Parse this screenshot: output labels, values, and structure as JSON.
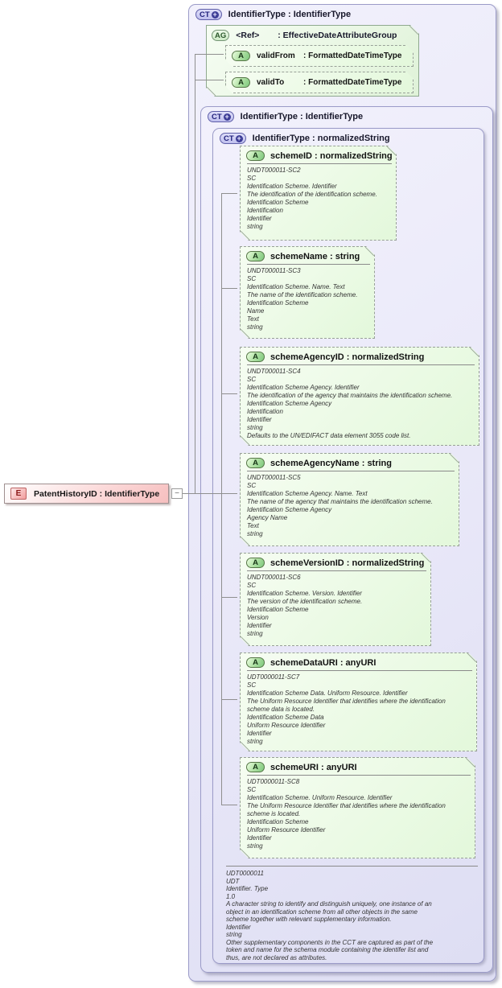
{
  "colors": {
    "container_fill": "#e8e7f8",
    "container_border": "#9b9bc8",
    "group_fill": "#e3f6dc",
    "attribute_fill": "#e8fae0",
    "element_fill": "#f6bfbf",
    "connector": "#8f8f8f"
  },
  "icons": {
    "plus": "+",
    "minus": "−"
  },
  "element": {
    "badge": "E",
    "label": "PatentHistoryID : IdentifierType"
  },
  "outer_type": {
    "badge": "CT",
    "label": "IdentifierType : IdentifierType"
  },
  "attribute_group": {
    "badge": "AG",
    "name": "<Ref>",
    "type_label": ": EffectiveDateAttributeGroup",
    "attributes": [
      {
        "badge": "A",
        "name": "validFrom",
        "type_label": ": FormattedDateTimeType"
      },
      {
        "badge": "A",
        "name": "validTo",
        "type_label": ": FormattedDateTimeType"
      }
    ]
  },
  "middle_type": {
    "badge": "CT",
    "label": "IdentifierType : IdentifierType"
  },
  "inner_type": {
    "badge": "CT",
    "label": "IdentifierType : normalizedString"
  },
  "attributes": [
    {
      "badge": "A",
      "label": "schemeID : normalizedString",
      "docs": "UNDT000011-SC2\nSC\nIdentification Scheme. Identifier\nThe identification of the identification scheme.\nIdentification Scheme\nIdentification\nIdentifier\nstring"
    },
    {
      "badge": "A",
      "label": "schemeName : string",
      "docs": "UNDT000011-SC3\nSC\nIdentification Scheme. Name. Text\nThe name of the identification scheme.\nIdentification Scheme\nName\nText\nstring"
    },
    {
      "badge": "A",
      "label": "schemeAgencyID : normalizedString",
      "docs": "UNDT000011-SC4\nSC\nIdentification Scheme Agency. Identifier\nThe identification of the agency that maintains the identification scheme.\nIdentification Scheme Agency\nIdentification\nIdentifier\nstring\nDefaults to the UN/EDIFACT data element 3055 code list."
    },
    {
      "badge": "A",
      "label": "schemeAgencyName : string",
      "docs": "UNDT000011-SC5\nSC\nIdentification Scheme Agency. Name. Text\nThe name of the agency that maintains the identification scheme.\nIdentification Scheme Agency\nAgency Name\nText\nstring"
    },
    {
      "badge": "A",
      "label": "schemeVersionID : normalizedString",
      "docs": "UNDT000011-SC6\nSC\nIdentification Scheme. Version. Identifier\nThe version of the identification scheme.\nIdentification Scheme\nVersion\nIdentifier\nstring"
    },
    {
      "badge": "A",
      "label": "schemeDataURI : anyURI",
      "docs": "UDT0000011-SC7\nSC\nIdentification Scheme Data. Uniform Resource. Identifier\nThe Uniform Resource Identifier that identifies where the identification\nscheme data is located.\nIdentification Scheme Data\nUniform Resource Identifier\nIdentifier\nstring"
    },
    {
      "badge": "A",
      "label": "schemeURI : anyURI",
      "docs": "UDT0000011-SC8\nSC\nIdentification Scheme. Uniform Resource. Identifier\nThe Uniform Resource Identifier that identifies where the identification\nscheme is located.\nIdentification Scheme\nUniform Resource Identifier\nIdentifier\nstring"
    }
  ],
  "type_docs": "UDT0000011\nUDT\nIdentifier. Type\n1.0\nA character string to identify and distinguish uniquely, one instance of an\nobject in an identification scheme from all other objects in the same\nscheme together with relevant supplementary information.\nIdentifier\nstring\nOther supplementary components in the CCT are captured as part of the\ntoken and name for the schema module containing the identifer list and\nthus, are not declared as attributes."
}
